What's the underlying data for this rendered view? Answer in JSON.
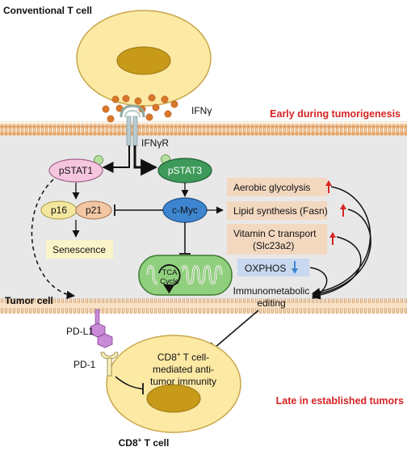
{
  "labels": {
    "conventional_t_cell": "Conventional T cell",
    "ifn_gamma": "IFNγ",
    "ifn_gamma_receptor": "IFNγR",
    "early_phase": "Early during tumorigenesis",
    "late_phase": "Late in established tumors",
    "tumor_cell": "Tumor cell",
    "pd_l1": "PD-L1",
    "pd_1": "PD-1",
    "cd8_cell_name": "CD8",
    "cd8_cell_sup": "+",
    "cd8_cell_suffix": " T cell"
  },
  "nodes": {
    "pstat1": "pSTAT1",
    "pstat3": "pSTAT3",
    "p16": "p16",
    "p21": "p21",
    "c_myc": "c-Myc",
    "senescence": "Senescence",
    "tca_line1": "TCA",
    "tca_line2": "Cycle",
    "oxphos": "OXPHOS",
    "immunometabolic_line1": "Immunometabolic",
    "immunometabolic_line2": "editing"
  },
  "metabolic_outputs": {
    "aerobic_glycolysis": "Aerobic glycolysis",
    "lipid_synthesis": "Lipid synthesis (Fasn)",
    "vitamin_c_line1": "Vitamin C transport",
    "vitamin_c_line2": "(Slc23a2)"
  },
  "cd8_box": {
    "line1": "CD8",
    "line1_sup": "+",
    "line1_rest": " T cell-",
    "line2": "mediated anti-",
    "line3": "tumor immunity"
  },
  "colors": {
    "cell_fill": "#fbe9a4",
    "nucleus_fill": "#c79a1a",
    "membrane_band": "#f2c58f",
    "membrane_inner": "#f7e2c8",
    "cytoplasm": "#e8e8e8",
    "pstat1_fill": "#f6c6e0",
    "pstat3_fill": "#3e9a5a",
    "cmyc_fill": "#3d86cf",
    "p16_fill": "#f3e7a0",
    "p21_fill": "#f2c7a4",
    "senescence_fill": "#fbf4c8",
    "metabolic_box": "#f3d8c0",
    "oxphos_box": "#c7d8ef",
    "mito_fill": "#8fcf7d",
    "phase_red": "#d62424",
    "up_arrow": "#d62424",
    "down_arrow": "#3d86cf",
    "ifn_dot": "#d9772a",
    "pd_l1_fill": "#c98ad6",
    "pd_1_fill": "#f8f2c2"
  },
  "icons": {
    "up_arrow": "up-arrow-icon",
    "down_arrow": "down-arrow-icon",
    "inhibition": "t-bar-inhibition-icon",
    "receptor": "receptor-icon",
    "mitochondrion": "mitochondrion-icon",
    "cycle": "cycle-icon"
  }
}
